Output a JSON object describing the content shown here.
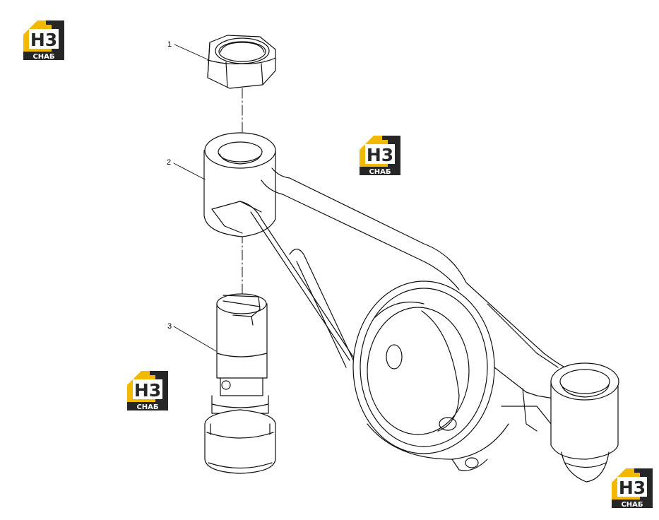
{
  "watermark": {
    "top_text": "H3",
    "bottom_text": "СНАБ",
    "brand_color": "#f3b800",
    "dark_color": "#262626"
  },
  "callouts": [
    {
      "number": "1",
      "part": "hex-nut"
    },
    {
      "number": "2",
      "part": "rocker-arm"
    },
    {
      "number": "3",
      "part": "adjusting-screw"
    }
  ],
  "colors": {
    "line": "#111111",
    "background": "#ffffff"
  }
}
